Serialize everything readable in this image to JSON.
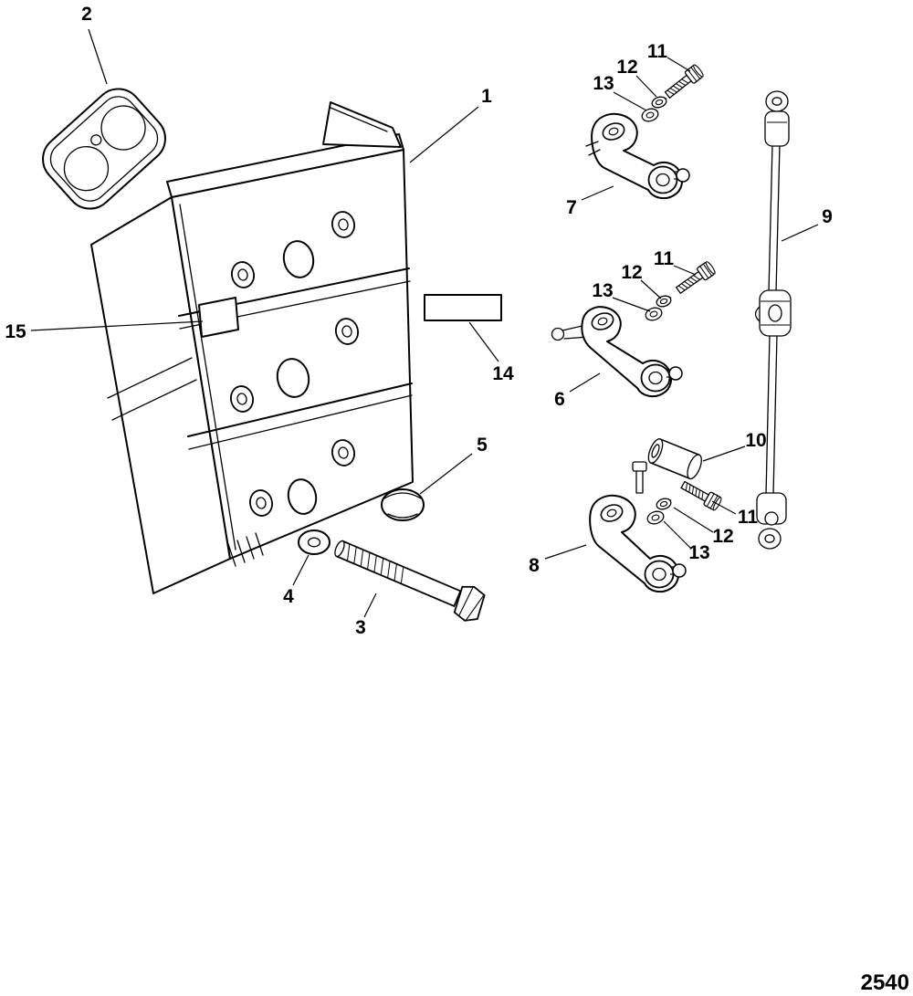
{
  "drawing": {
    "page_number": "2540",
    "parts": {
      "p1": "1",
      "p2": "2",
      "p3": "3",
      "p4": "4",
      "p5": "5",
      "p6": "6",
      "p7": "7",
      "p8": "8",
      "p9": "9",
      "p10": "10",
      "p11": "11",
      "p12": "12",
      "p13": "13",
      "p14": "14",
      "p15": "15"
    },
    "colors": {
      "line": "#000000",
      "background": "#ffffff"
    }
  }
}
